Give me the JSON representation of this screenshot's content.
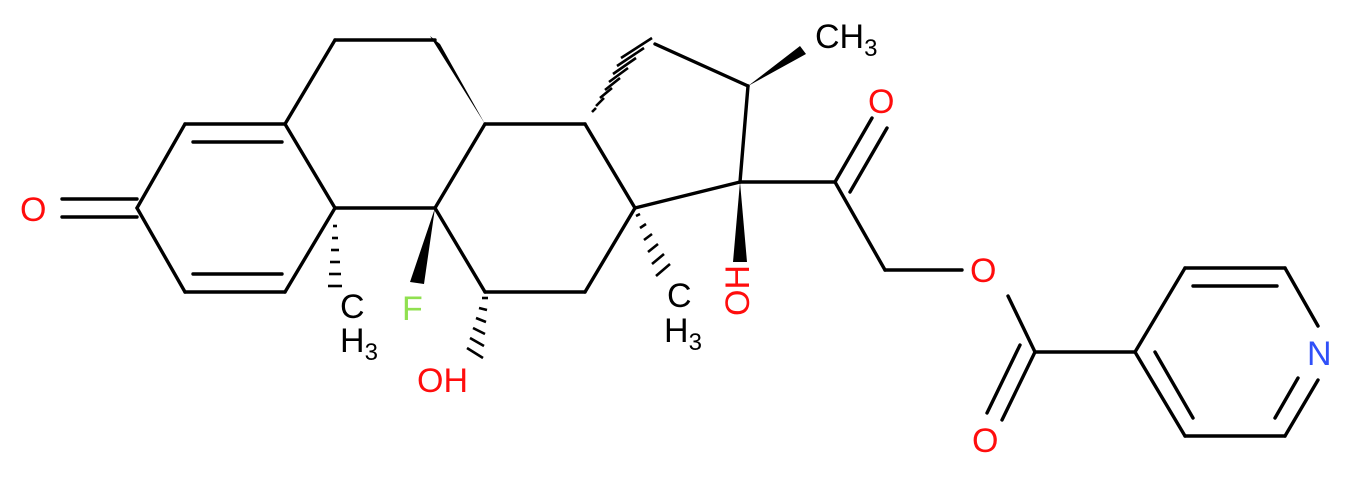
{
  "colors": {
    "bond": "#000000",
    "oxygen": "#ff0d0d",
    "nitrogen": "#3050f8",
    "fluorine": "#90e050",
    "carbon_label": "#000000"
  },
  "atom_labels": {
    "ketone_o": "O",
    "ketone2_o": "O",
    "ester_o": "O",
    "carbonyl_o": "O",
    "pyridine_n": "N",
    "fluorine": "F",
    "oh_11": "OH",
    "oh_17": "OH",
    "ch3_top": "CH",
    "ch3_top_sub": "3",
    "ch3_c10": "C",
    "ch3_c10_h": "H",
    "ch3_c10_sub": "3",
    "ch3_c13": "C",
    "ch3_c13_h": "H",
    "ch3_c13_sub": "3"
  }
}
